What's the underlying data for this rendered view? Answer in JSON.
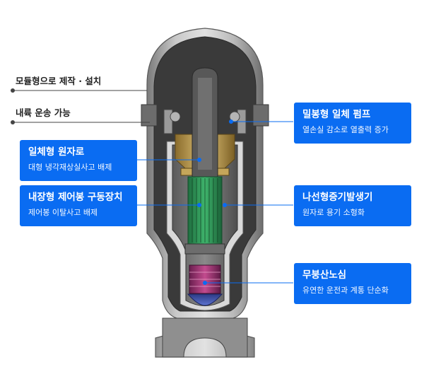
{
  "labels": {
    "modular": "모듈형으로 제작 · 설치",
    "seismic": "내륙 운송 가능"
  },
  "callouts": {
    "integral": {
      "title": "일체형 원자로",
      "desc": "대형 냉각재상실사고 배제"
    },
    "crdm": {
      "title": "내장형 제어봉 구동장치",
      "desc": "제어봉 이탈사고 배제"
    },
    "pump": {
      "title": "밀봉형 일체 펌프",
      "desc": "열손실 감소로 열출력 증가"
    },
    "sg": {
      "title": "나선형증기발생기",
      "desc": "원자로 용기 소형화"
    },
    "boron": {
      "title": "무붕산노심",
      "desc": "유연한 운전과 계통 단순화"
    }
  },
  "colors": {
    "callout_bg": "#0a6cf2",
    "leader_line": "#0a6cf2",
    "vessel_shell": "#9a9a9a",
    "core_green": "#2f9d5a",
    "core_magenta": "#a9387a"
  }
}
